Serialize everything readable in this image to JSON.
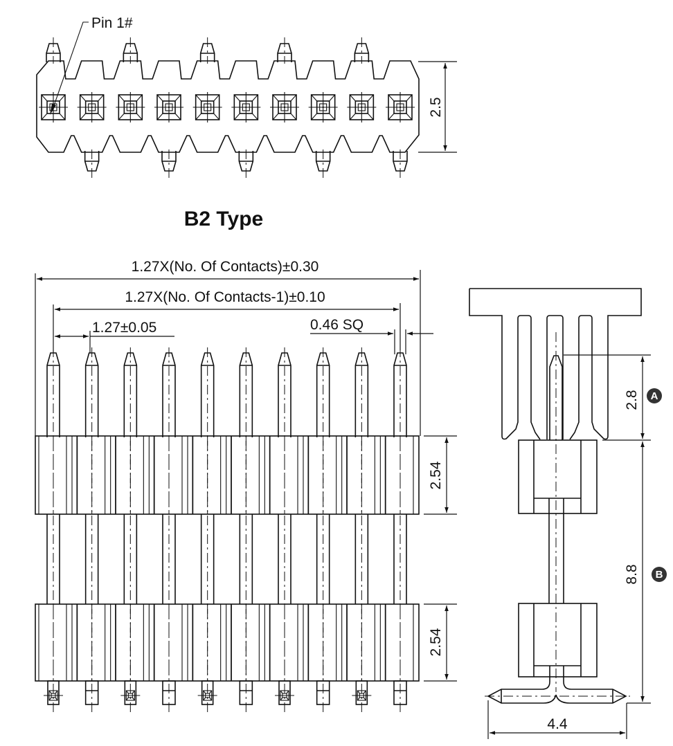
{
  "drawing": {
    "title": "B2 Type",
    "pin_count": 10,
    "top_view": {
      "pin1_label": "Pin 1#",
      "height_dim": "2.5"
    },
    "front_view": {
      "overall_length_dim": "1.27X(No. Of Contacts)±0.30",
      "pin_span_dim": "1.27X(No. Of Contacts-1)±0.10",
      "pitch_dim": "1.27±0.05",
      "pin_size_dim": "0.46 SQ",
      "upper_housing_dim": "2.54",
      "lower_housing_dim": "2.54"
    },
    "side_view": {
      "mating_length_dim": "2.8",
      "mating_length_ref": "A",
      "height_dim": "8.8",
      "height_ref": "B",
      "foot_width_dim": "4.4"
    }
  }
}
